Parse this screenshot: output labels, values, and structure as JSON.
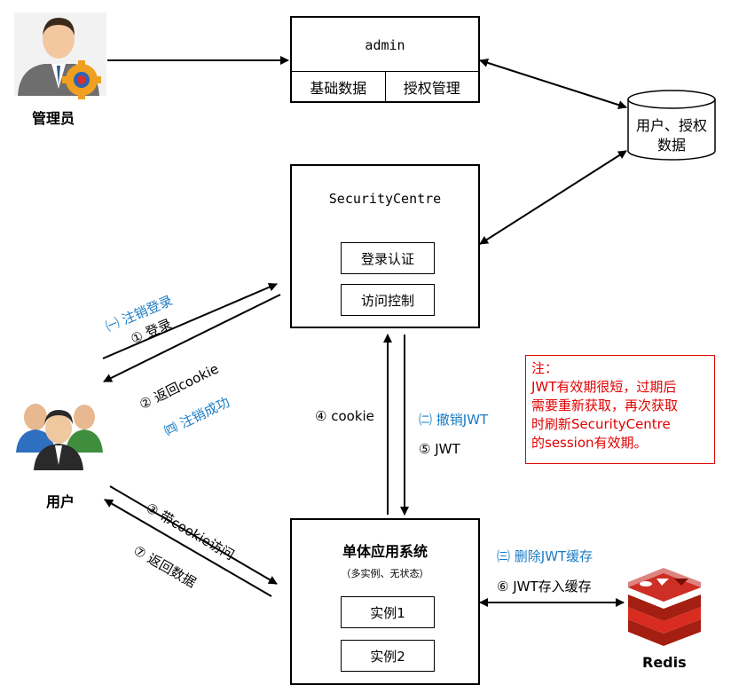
{
  "actors": {
    "admin_person": "管理员",
    "user_person": "用户",
    "redis": "Redis"
  },
  "admin_box": {
    "title": "admin",
    "modules": [
      "基础数据",
      "授权管理"
    ]
  },
  "database": {
    "line1": "用户、授权",
    "line2": "数据"
  },
  "security_centre": {
    "title": "SecurityCentre",
    "modules": [
      "登录认证",
      "访问控制"
    ]
  },
  "monolith": {
    "title": "单体应用系统",
    "subtitle": "（多实例、无状态）",
    "instances": [
      "实例1",
      "实例2"
    ]
  },
  "flows": {
    "logout_login": "㈠ 注销登录",
    "login": "① 登录",
    "return_cookie": "② 返回cookie",
    "logout_success": "㈣ 注销成功",
    "with_cookie": "③ 带cookie访问",
    "return_data": "⑦ 返回数据",
    "cookie": "④ cookie",
    "revoke_jwt": "㈡ 撤销JWT",
    "jwt": "⑤ JWT",
    "delete_cache": "㈢ 删除JWT缓存",
    "store_cache": "⑥ JWT存入缓存"
  },
  "note": {
    "heading": "注：",
    "lines": [
      "JWT有效期很短，过期后",
      "需要重新获取，再次获取",
      "时刷新SecurityCentre",
      "的session有效期。"
    ]
  },
  "colors": {
    "annotation_blue": "#1a7bc4",
    "note_red": "#e00000",
    "redis_red": "#d82c20"
  }
}
